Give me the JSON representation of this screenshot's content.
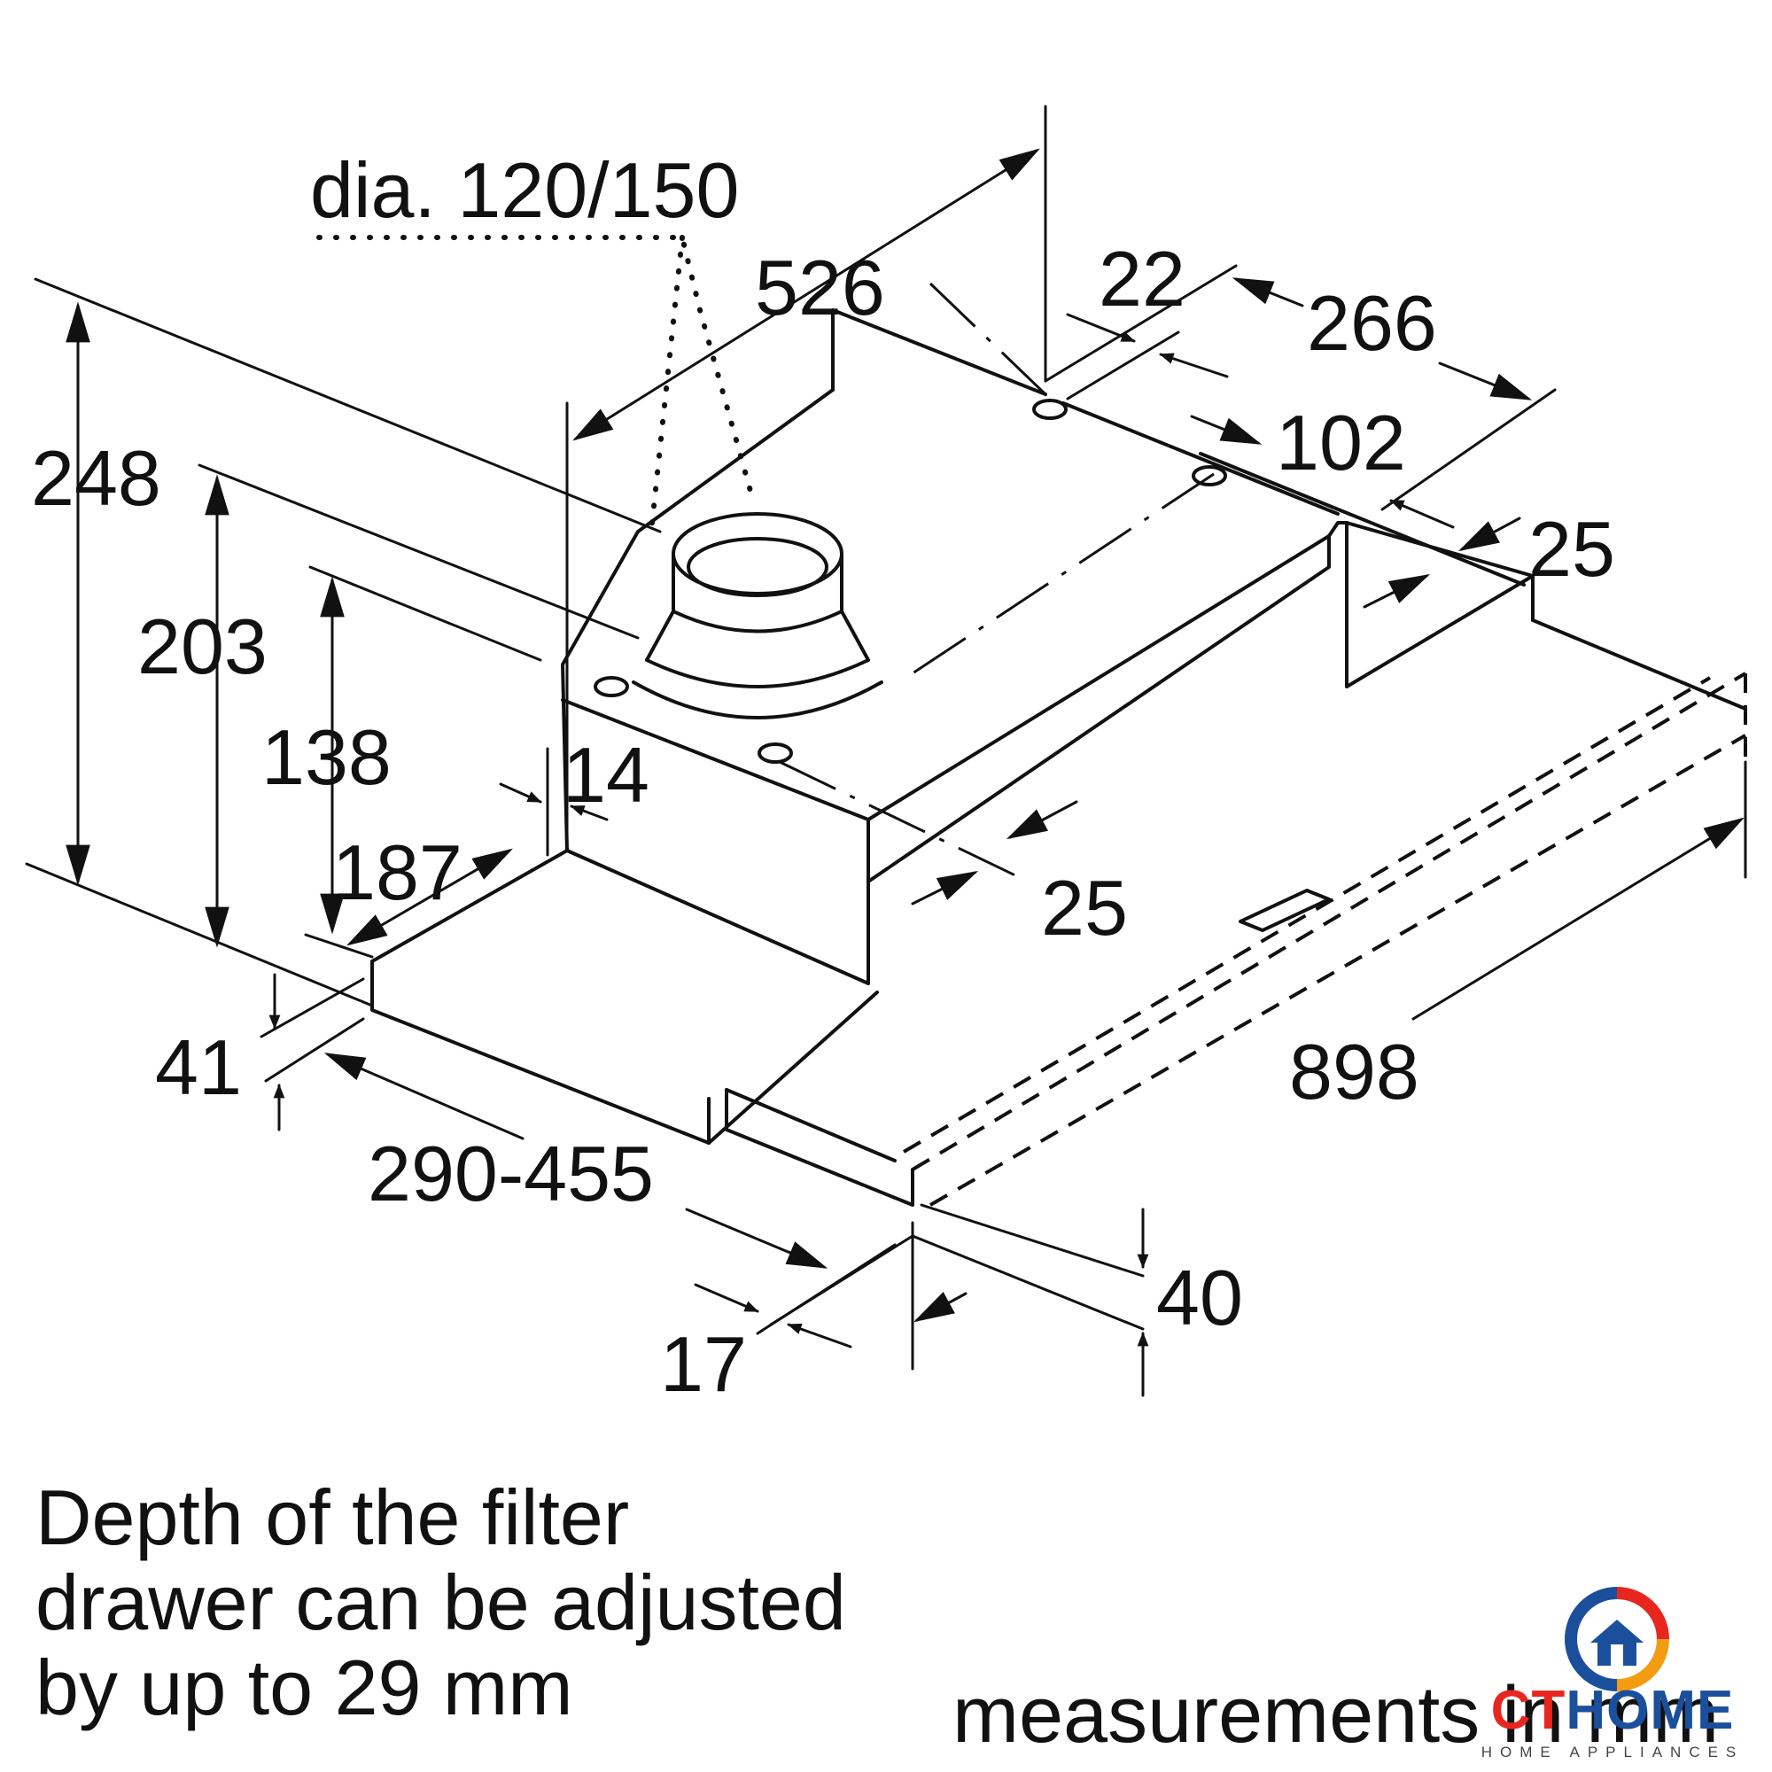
{
  "diagram": {
    "labels": {
      "duct_diameter": "dia. 120/150",
      "depth_total": "526",
      "height_total": "248",
      "height_mid": "203",
      "height_low": "138",
      "panel_offset": "14",
      "front_offset": "187",
      "strip_height": "41",
      "drawer_depth": "290-455",
      "front_thickness": "17",
      "front_height": "40",
      "width_total": "898",
      "rear_gap": "22",
      "rear_width": "266",
      "rear_offset": "102",
      "side_right": "25",
      "side_front": "25"
    }
  },
  "note": {
    "lines": [
      "Depth of the filter",
      "drawer can be adjusted",
      "by up to 29 mm"
    ]
  },
  "units_label": "measurements in mm",
  "logo": {
    "word_ct": "CT",
    "word_home": "HOME",
    "tagline": "HOME APPLIANCES",
    "colors": {
      "red": "#e8261f",
      "blue": "#1b4f9c",
      "orange": "#f39c12"
    }
  }
}
